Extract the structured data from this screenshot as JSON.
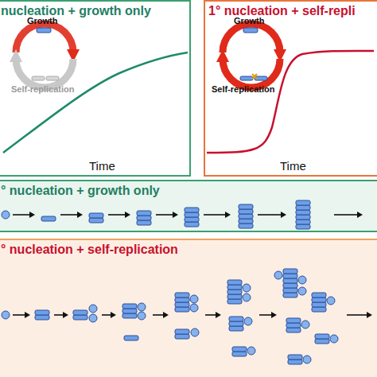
{
  "diagram": {
    "nodes": [
      {
        "text": [
          "nucleation + growth only"
        ]
      },
      {
        "text": [
          "1° nucleation + self-repli"
        ]
      },
      {
        "text": [
          "° nucleation + growth only"
        ]
      },
      {
        "text": [
          "° nucleation + self-replication"
        ]
      }
    ],
    "labels": [
      "Growth",
      "Self-replication",
      "Time",
      "Growth",
      "Self-replication",
      "Time"
    ]
  }
}
